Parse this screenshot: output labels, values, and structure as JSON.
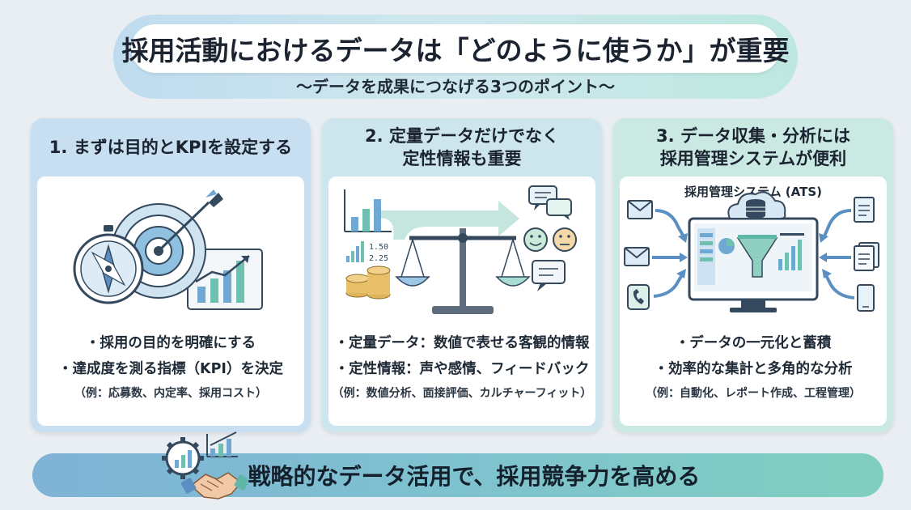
{
  "header": {
    "title": "採用活動におけるデータは「どのように使うか」が重要",
    "subtitle": "〜データを成果につなげる3つのポイント〜"
  },
  "cards": [
    {
      "title_lines": [
        "1. まずは目的とKPIを設定する"
      ],
      "bullets": [
        "・採用の目的を明確にする",
        "・達成度を測る指標（KPI）を決定"
      ],
      "note": "（例：応募数、内定率、採用コスト）",
      "header_color": "#c7dff0",
      "icons": [
        "target-icon",
        "compass-icon",
        "growth-chart-icon"
      ]
    },
    {
      "title_lines": [
        "2. 定量データだけでなく",
        "定性情報も重要"
      ],
      "bullets": [
        "・定量データ：数値で表せる客観的情報",
        "・定性情報：声や感情、フィードバック"
      ],
      "note": "（例：数値分析、面接評価、カルチャーフィット）",
      "header_color": "#cde6ee",
      "chart_values": [
        "1.50",
        "2.25"
      ],
      "icons": [
        "bar-chart-icon",
        "coins-icon",
        "balance-scale-icon",
        "chat-bubble-icon",
        "smiley-icon",
        "neutral-face-icon"
      ]
    },
    {
      "title_lines": [
        "3. データ収集・分析には",
        "採用管理システムが便利"
      ],
      "sub_label": "採用管理システム (ATS)",
      "bullets": [
        "・データの一元化と蓄積",
        "・効率的な集計と多角的な分析"
      ],
      "note": "（例：自動化、レポート作成、工程管理）",
      "header_color": "#c9e9e2",
      "icons": [
        "mail-icon",
        "phone-icon",
        "document-icon",
        "cloud-database-icon",
        "funnel-icon",
        "monitor-icon"
      ]
    }
  ],
  "footer": {
    "banner_text": "戦略的なデータ活用で、採用競争力を高める",
    "icons": [
      "gear-chart-icon",
      "handshake-icon"
    ]
  },
  "colors": {
    "blue_accent": "#5b8fc1",
    "teal_accent": "#5fb7a8",
    "dark_line": "#34495e"
  }
}
